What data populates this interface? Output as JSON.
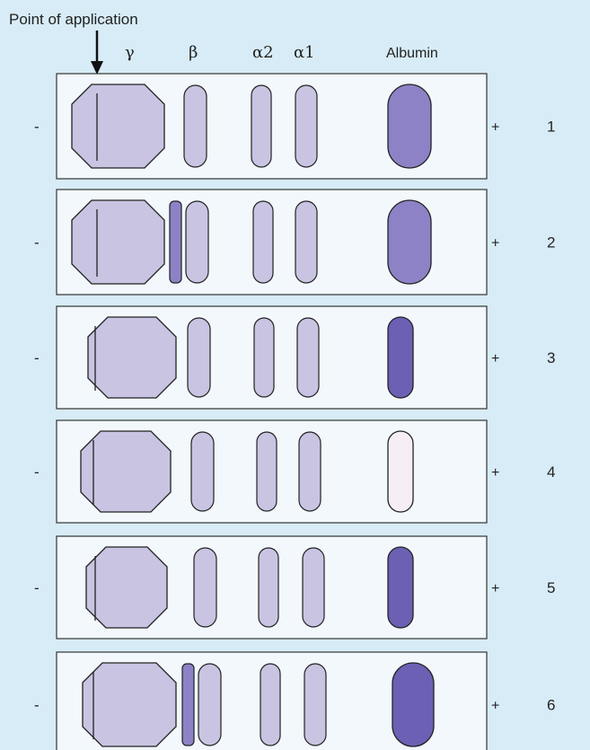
{
  "header": {
    "point_of_application": "Point of application",
    "gamma": "γ",
    "beta": "β",
    "alpha2": "α2",
    "alpha1": "α1",
    "albumin": "Albumin"
  },
  "polarity": {
    "negative": "-",
    "positive": "+"
  },
  "colors": {
    "background": "#d7ecf6",
    "panel": "#f2f8fc",
    "band_light": "#c9c4e2",
    "band_dark": "#6b60b4",
    "band_medium": "#8d82c6",
    "band_pale": "#f5eef6",
    "outline": "#222222"
  },
  "strips": [
    {
      "number": "1",
      "extra_beta_band": false,
      "albumin_shade": "medium",
      "albumin_size": "normal"
    },
    {
      "number": "2",
      "extra_beta_band": true,
      "albumin_shade": "medium",
      "albumin_size": "normal"
    },
    {
      "number": "3",
      "extra_beta_band": false,
      "albumin_shade": "dark",
      "albumin_size": "narrow"
    },
    {
      "number": "4",
      "extra_beta_band": false,
      "albumin_shade": "pale",
      "albumin_size": "narrow"
    },
    {
      "number": "5",
      "extra_beta_band": false,
      "albumin_shade": "dark",
      "albumin_size": "narrow"
    },
    {
      "number": "6",
      "extra_beta_band": true,
      "albumin_shade": "dark",
      "albumin_size": "wide"
    }
  ]
}
